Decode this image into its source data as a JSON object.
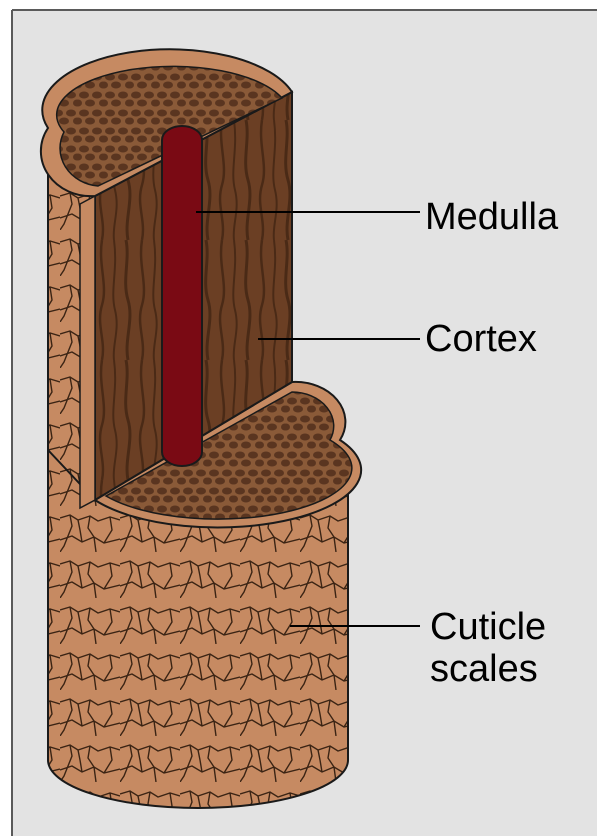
{
  "labels": {
    "medulla": "Medulla",
    "cortex": "Cortex",
    "cuticle_line1": "Cuticle",
    "cuticle_line2": "scales"
  },
  "colors": {
    "background": "#e3e3e3",
    "frame": "#5a5a5a",
    "cuticle": "#c68a62",
    "cuticle_lines": "#3b2414",
    "cortex": "#6b3f24",
    "cortex_grain": "#4a2a16",
    "cross_section_dots": "#5a3520",
    "medulla": "#7a0a14",
    "outline": "#1a1a1a"
  }
}
